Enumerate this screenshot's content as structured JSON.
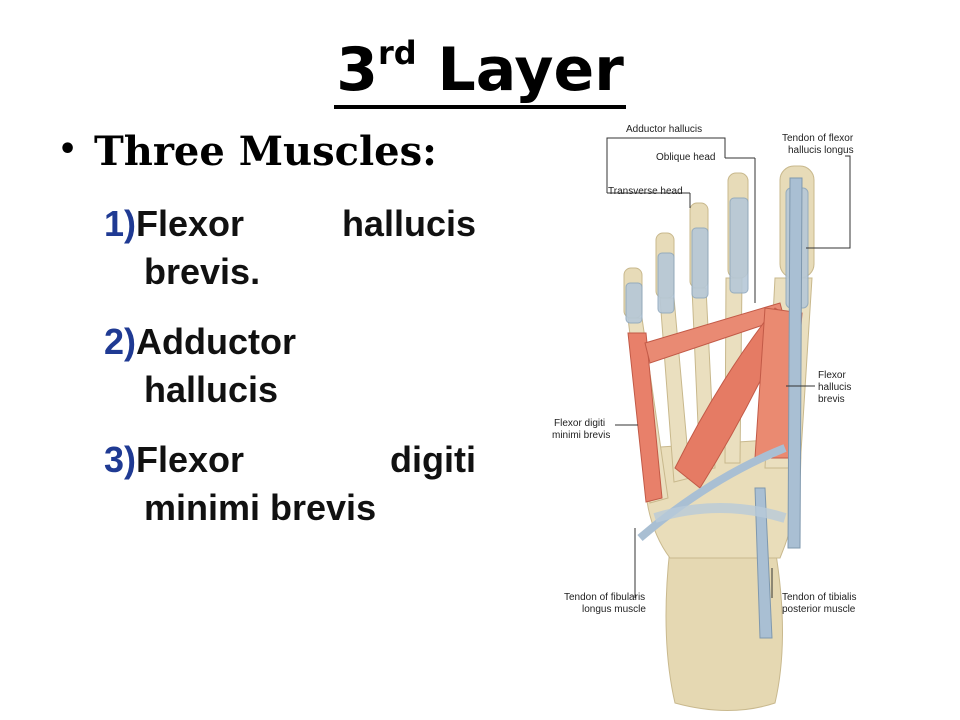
{
  "slide": {
    "title_main": "3",
    "title_sup": "rd",
    "title_rest": " Layer",
    "bullet_marker": "•",
    "bullet_text": "Three Muscles:",
    "items": [
      {
        "num": "1)",
        "line1_a": "Flexor",
        "line1_b": "hallucis",
        "line2": "brevis."
      },
      {
        "num": "2)",
        "line1_a": "Adductor",
        "line1_b": "",
        "line2": "hallucis"
      },
      {
        "num": "3)",
        "line1_a": "Flexor",
        "line1_b": "digiti",
        "line2": "minimi brevis"
      }
    ]
  },
  "figure": {
    "labels": {
      "adductor_hallucis": "Adductor hallucis",
      "oblique_head": "Oblique head",
      "transverse_head": "Transverse head",
      "tendon_fhl_1": "Tendon of flexor",
      "tendon_fhl_2": "hallucis longus",
      "fhb_1": "Flexor",
      "fhb_2": "hallucis",
      "fhb_3": "brevis",
      "fdmb_1": "Flexor digiti",
      "fdmb_2": "minimi brevis",
      "fib_1": "Tendon of fibularis",
      "fib_2": "longus muscle",
      "tibpost_1": "Tendon of tibialis",
      "tibpost_2": "posterior muscle"
    },
    "colors": {
      "muscle": "#e8806a",
      "bone": "#e8dcb8",
      "tendon": "#a9bfd3"
    }
  }
}
